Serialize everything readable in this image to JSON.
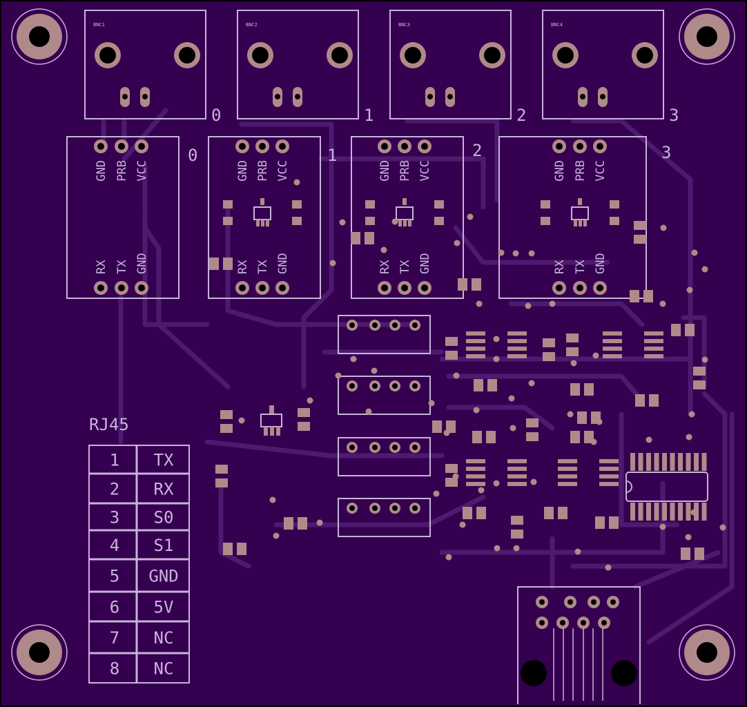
{
  "board": {
    "colors": {
      "substrate": "#35004f",
      "silkscreen": "#c9b3dd",
      "copper_pad": "#b08a8a",
      "trace": "#4d1a70"
    },
    "bnc_connectors": [
      {
        "label": "BNC1",
        "index": "0"
      },
      {
        "label": "BNC2",
        "index": "1"
      },
      {
        "label": "BNC3",
        "index": "2"
      },
      {
        "label": "BNC4",
        "index": "3"
      }
    ],
    "modules": [
      {
        "index": "0",
        "top_pins": [
          "GND",
          "PRB",
          "VCC"
        ],
        "bottom_pins": [
          "RX",
          "TX",
          "GND"
        ]
      },
      {
        "index": "1",
        "top_pins": [
          "GND",
          "PRB",
          "VCC"
        ],
        "bottom_pins": [
          "RX",
          "TX",
          "GND"
        ]
      },
      {
        "index": "2",
        "top_pins": [
          "GND",
          "PRB",
          "VCC"
        ],
        "bottom_pins": [
          "RX",
          "TX",
          "GND"
        ]
      },
      {
        "index": "3",
        "top_pins": [
          "GND",
          "PRB",
          "VCC"
        ],
        "bottom_pins": [
          "RX",
          "TX",
          "GND"
        ]
      }
    ],
    "rj45": {
      "title": "RJ45",
      "pinout": [
        {
          "pin": "1",
          "signal": "TX"
        },
        {
          "pin": "2",
          "signal": "RX"
        },
        {
          "pin": "3",
          "signal": "S0"
        },
        {
          "pin": "4",
          "signal": "S1"
        },
        {
          "pin": "5",
          "signal": "GND"
        },
        {
          "pin": "6",
          "signal": "5V"
        },
        {
          "pin": "7",
          "signal": "NC"
        },
        {
          "pin": "8",
          "signal": "NC"
        }
      ]
    }
  }
}
